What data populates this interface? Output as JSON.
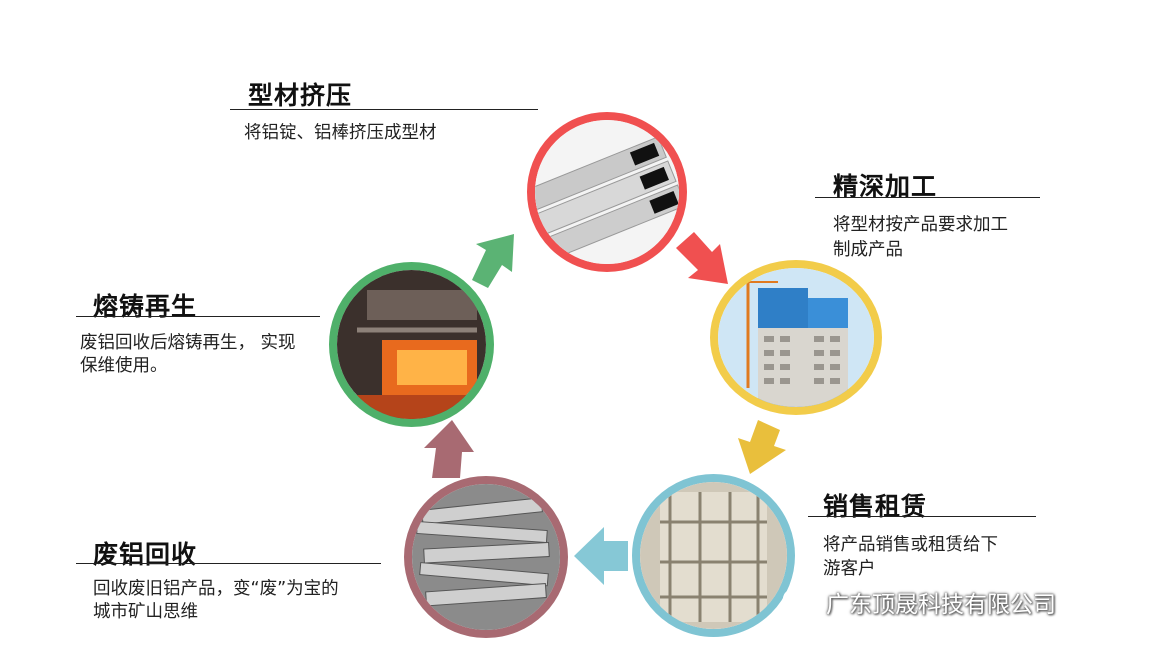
{
  "steps": {
    "extrusion": {
      "title": "型材挤压",
      "desc": "将铝锭、铝棒挤压成型材"
    },
    "processing": {
      "title": "精深加工",
      "desc_line1": "将型材按产品要求加工",
      "desc_line2": "制成产品"
    },
    "sales": {
      "title": "销售租赁",
      "desc_line1": "将产品销售或租赁给下",
      "desc_line2": "游客户"
    },
    "recycling": {
      "title": "废铝回收",
      "desc_line1": "回收废旧铝产品，变“废”为宝的",
      "desc_line2": "城市矿山思维"
    },
    "remelting": {
      "title": "熔铸再生",
      "desc_line1": "废铝回收后熔铸再生， 实现",
      "desc_line2": "保维使用。"
    }
  },
  "watermark": {
    "text": "广东顶晟科技有限公司",
    "icon": "wechat-icon"
  },
  "colors": {
    "extrusion": "#f05050",
    "processing": "#f2cc4a",
    "sales": "#7fc4d3",
    "recycling": "#a86a72",
    "remelting": "#4fb06a"
  }
}
